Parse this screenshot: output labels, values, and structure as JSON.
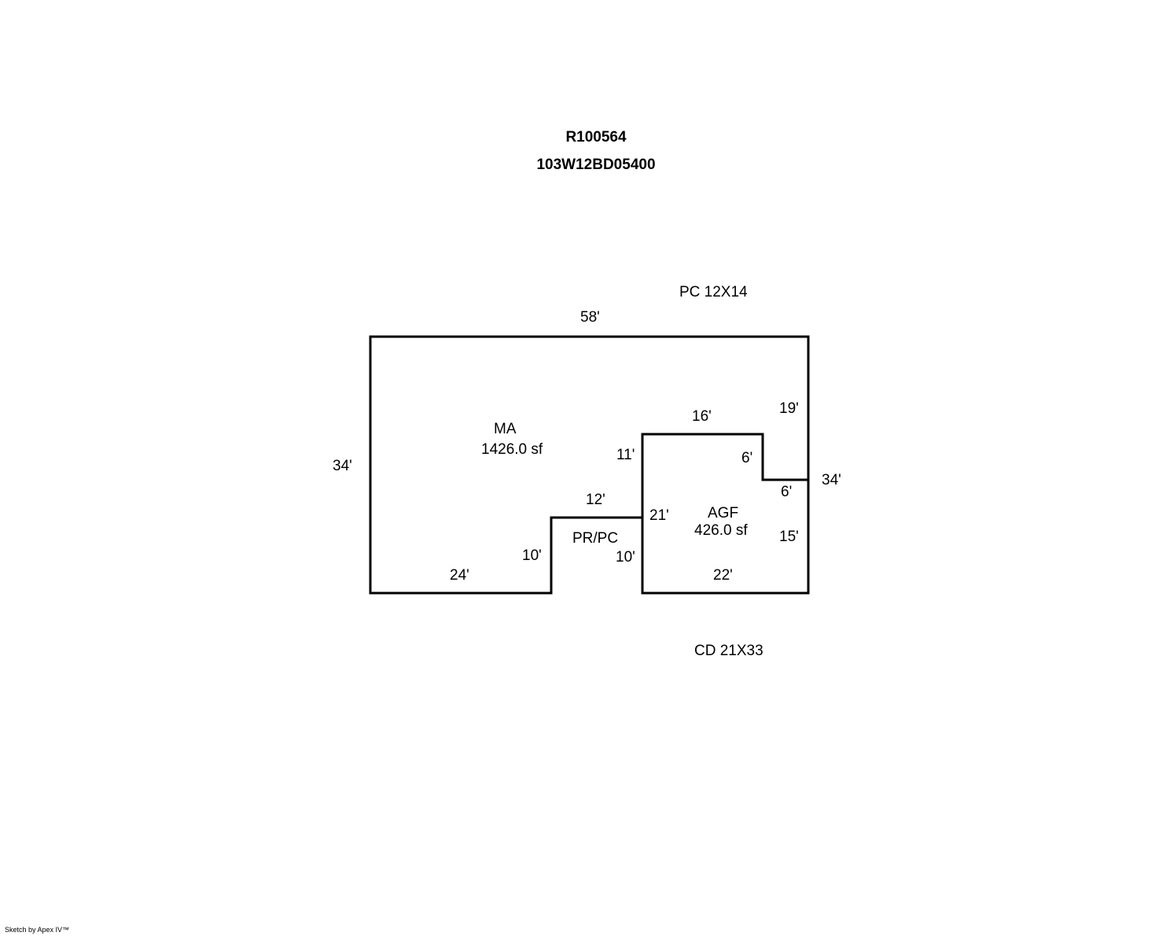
{
  "header": {
    "account": "R100564",
    "map_taxlot": "103W12BD05400"
  },
  "areas": {
    "ma": {
      "code": "MA",
      "area": "1426.0 sf"
    },
    "agf": {
      "code": "AGF",
      "area": "426.0 sf"
    },
    "pr_pc": {
      "code": "PR/PC"
    },
    "pc_note": "PC 12X14",
    "cd_note": "CD 21X33"
  },
  "dimensions": {
    "ma_top": "58'",
    "ma_left": "34'",
    "ma_bottom": "24'",
    "notch_left": "10'",
    "notch_top": "12'",
    "notch_right": "10'",
    "agf_left_upper": "11'",
    "agf_left_lower": "21'",
    "agf_top": "16'",
    "agf_step_vertical": "6'",
    "agf_step_horizontal": "6'",
    "right_upper": "19'",
    "right_total": "34'",
    "right_lower": "15'",
    "agf_bottom": "22'"
  },
  "footer": {
    "credit": "Sketch by Apex IV™"
  }
}
